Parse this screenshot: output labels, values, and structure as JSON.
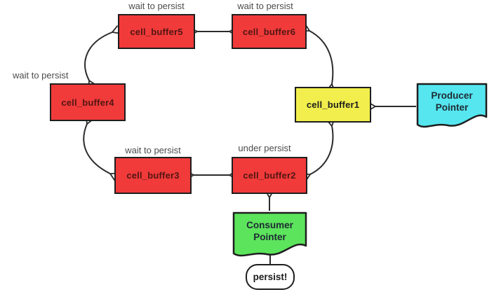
{
  "colors": {
    "buffer_fill_red": "#f13a3a",
    "buffer_text_red": "#511713",
    "buffer_fill_yellow": "#f1ee4d",
    "producer_fill_cyan": "#55e6f0",
    "consumer_fill_green": "#5ce45c",
    "connector_line": "#2b2b2b",
    "annotation_text": "#4c4c4c"
  },
  "annotations": {
    "buffer5": "wait to persist",
    "buffer6": "wait to persist",
    "buffer4": "wait to persist",
    "buffer3": "wait to persist",
    "buffer2": "under persist"
  },
  "nodes": {
    "buffer5": {
      "label": "cell_buffer5"
    },
    "buffer6": {
      "label": "cell_buffer6"
    },
    "buffer4": {
      "label": "cell_buffer4"
    },
    "buffer1": {
      "label": "cell_buffer1"
    },
    "buffer3": {
      "label": "cell_buffer3"
    },
    "buffer2": {
      "label": "cell_buffer2"
    },
    "producer": {
      "line1": "Producer",
      "line2": "Pointer"
    },
    "consumer": {
      "line1": "Consumer",
      "line2": "Pointer"
    },
    "persist": {
      "label": "persist!"
    }
  }
}
